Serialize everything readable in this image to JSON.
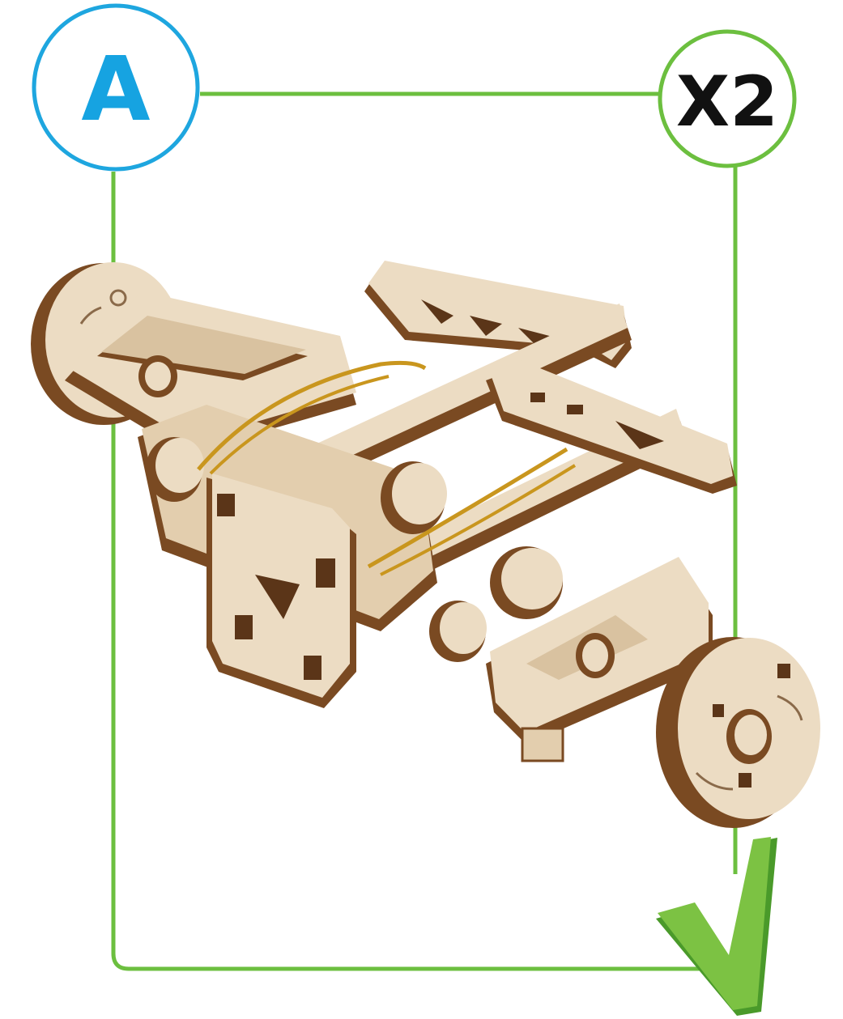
{
  "step": {
    "label": "A",
    "quantity": "X2"
  },
  "colors": {
    "frame_green": "#6cbf3f",
    "label_circle_blue": "#1ea6df",
    "label_text_blue": "#16a3e1",
    "quantity_text": "#111111",
    "check_green_light": "#7cc243",
    "check_green_dark": "#4a9a2a",
    "wood_light": "#ecdcc3",
    "wood_mid": "#d9c2a0",
    "wood_edge": "#7a4a22",
    "rubber_band": "#c9961e"
  },
  "icons": [
    "step-label-badge",
    "quantity-badge",
    "checkmark-icon",
    "wooden-model-illustration"
  ]
}
